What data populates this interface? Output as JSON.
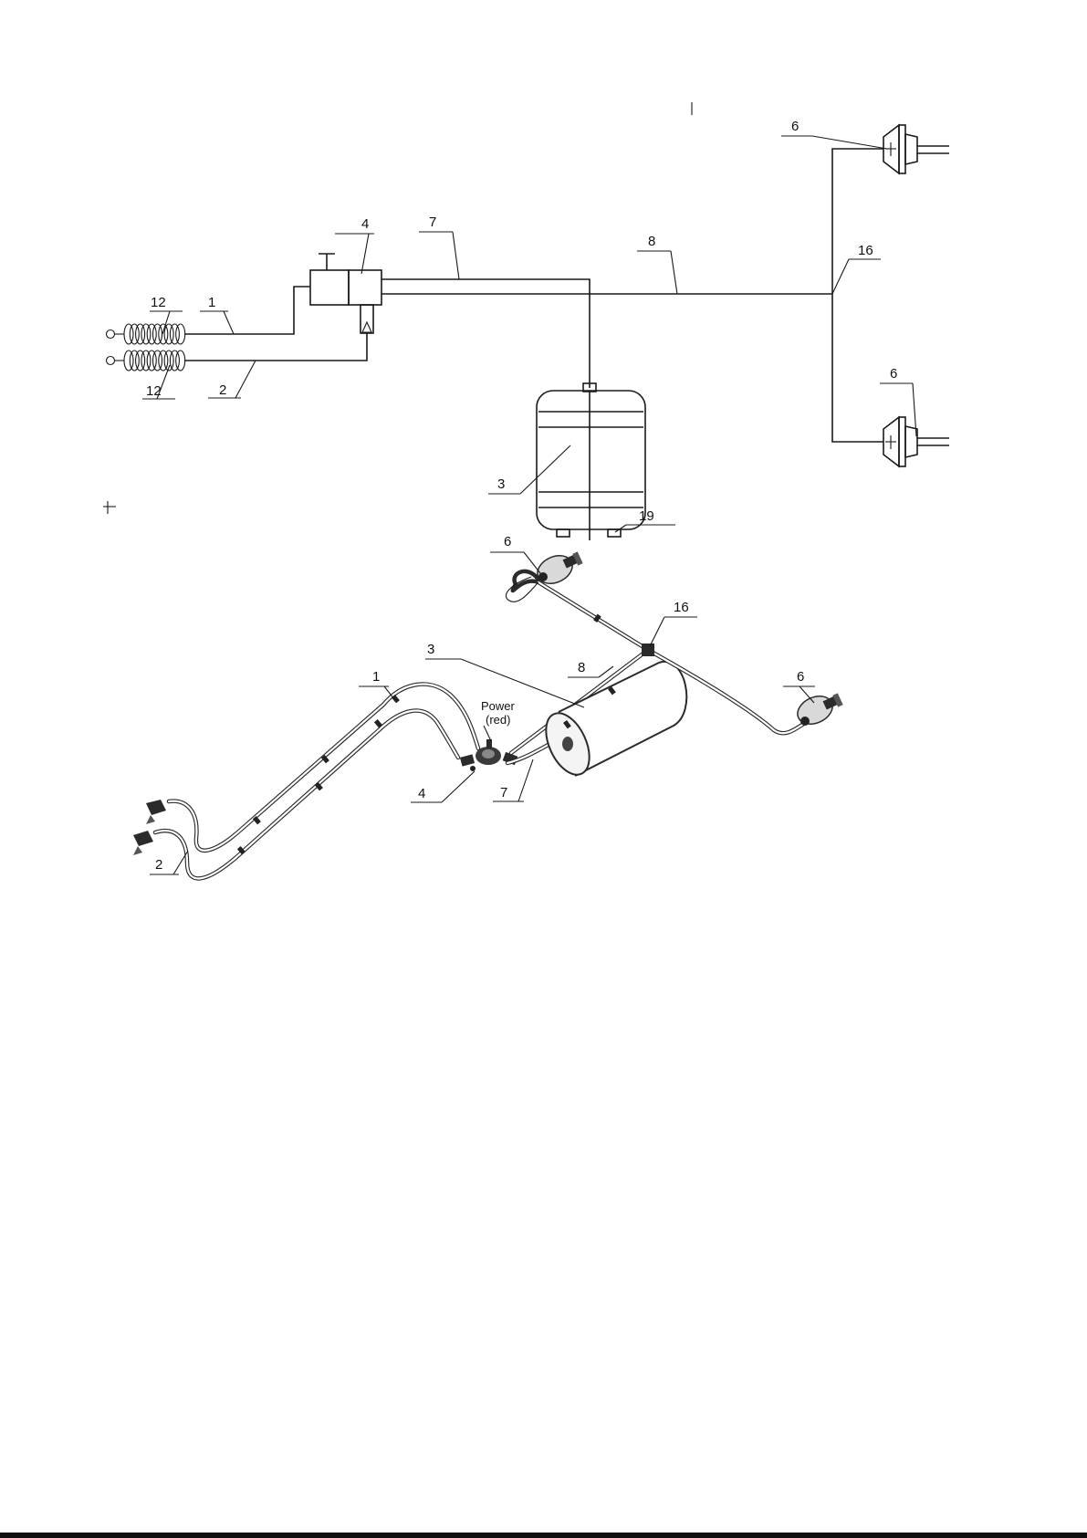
{
  "diagram": {
    "schematic_labels": {
      "coil_top": "12",
      "coil_bottom": "12",
      "line_1": "1",
      "line_2": "2",
      "valve": "4",
      "line_7": "7",
      "line_8": "8",
      "tee": "16",
      "chamber_top": "6",
      "chamber_bottom": "6",
      "tank": "3",
      "drain": "19"
    },
    "illustration_labels": {
      "chamber_top": "6",
      "tee": "16",
      "tank": "3",
      "line_8": "8",
      "line_1": "1",
      "valve": "4",
      "line_7": "7",
      "chamber_right": "6",
      "line_2": "2",
      "power_line1": "Power",
      "power_line2": "(red)"
    }
  }
}
